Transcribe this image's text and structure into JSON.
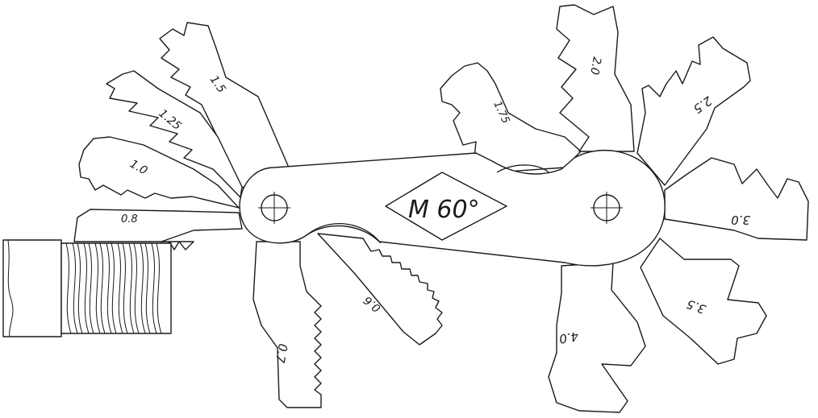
{
  "brand_label": "M 60°",
  "blades": {
    "b15": "1.5",
    "b125": "1.25",
    "b10": "1.0",
    "b08": "0.8",
    "b07": "0.7",
    "b06": "0.6",
    "b175": "1.75",
    "b20": "2.0",
    "b25": "2.5",
    "b30": "3.0",
    "b35": "3.5",
    "b40": "4.0"
  },
  "colors": {
    "ink": "#1a1a1a",
    "paper": "#ffffff"
  }
}
